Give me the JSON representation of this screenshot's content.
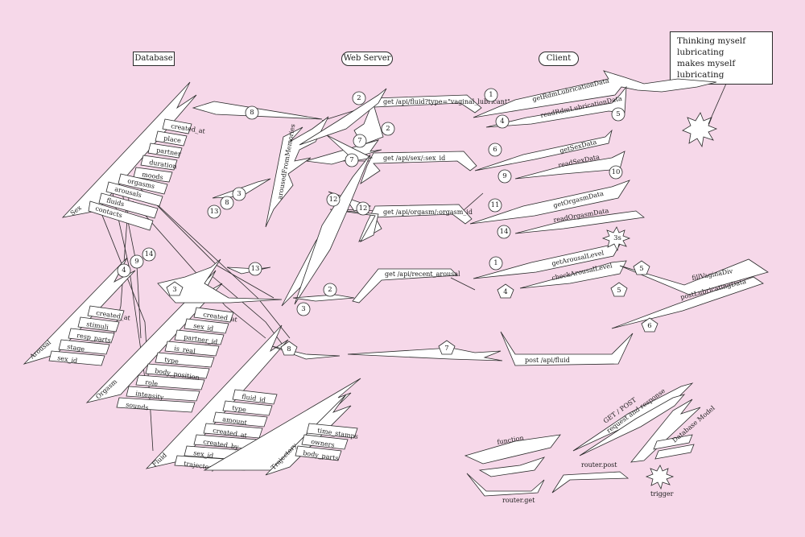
{
  "headers": {
    "database": "Database",
    "web_server": "Web Server",
    "client": "Client"
  },
  "note": {
    "line1": "Thinking myself lubricating",
    "line2": "makes myself lubricating"
  },
  "colors": {
    "background": "#f6d8e9",
    "shape_fill": "#ffffff",
    "stroke": "#2a2a2a"
  },
  "database": {
    "sex": {
      "label": "Sex",
      "fields": [
        "created_at",
        "place",
        "partner",
        "duration",
        "moods",
        "orgasms",
        "arousals",
        "fluids",
        "contacts"
      ]
    },
    "arousal": {
      "label": "Arousal",
      "fields": [
        "created_at",
        "stimuli",
        "resp_parts",
        "stage",
        "sex_id"
      ]
    },
    "orgasm": {
      "label": "Orgasm",
      "fields": [
        "created_at",
        "sex_id",
        "partner_id",
        "is_real",
        "type",
        "body_position",
        "role",
        "intensity",
        "sounds"
      ]
    },
    "fluid": {
      "label": "Fluid",
      "fields": [
        "fluid_id",
        "type",
        "amount",
        "created_at",
        "created_by",
        "sex_id",
        "trajectory"
      ]
    },
    "trajectory": {
      "label": "Trajectory",
      "fields": [
        "time_stamps",
        "owners",
        "body_parts"
      ]
    }
  },
  "server": {
    "vertical_label": "arousedFromMemories",
    "routes": [
      "get /api/fluid?type=\"vaginal_lubricant\"",
      "get /api/sex/:sex_id",
      "get /api/orgasm/:orgasm_id",
      "get /api/recent_arousal",
      "post /api/fluid"
    ]
  },
  "client": {
    "functions": [
      "getRdmLubricationData",
      "readRdmLubricationData",
      "getSexData",
      "readSexData",
      "getOrgasmData",
      "readOrgasmData",
      "getArousalLevel",
      "checkArousalLevel",
      "fillVaginaDiv",
      "postLubricatingData"
    ],
    "timer": "3s"
  },
  "steps": [
    "1",
    "2",
    "3",
    "4",
    "5",
    "6",
    "7",
    "8",
    "9",
    "10",
    "11",
    "12",
    "13",
    "14"
  ],
  "legend": {
    "function": "function",
    "router_get": "router.get",
    "router_post": "router.post",
    "request_line1": "GET / POST",
    "request_line2": "request and response",
    "database_model": "Database Model",
    "trigger": "trigger"
  }
}
